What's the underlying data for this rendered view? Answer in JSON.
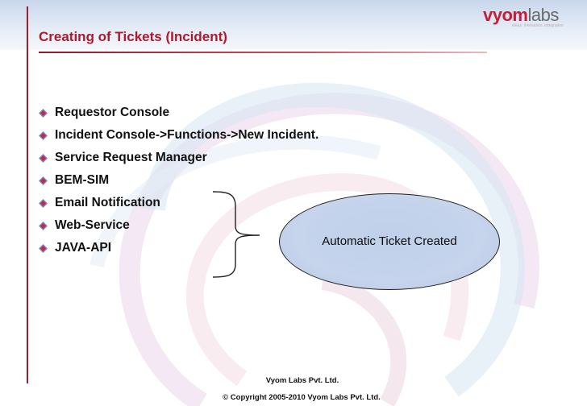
{
  "slide": {
    "title": "Creating of Tickets (Incident)",
    "logo": {
      "brand": "vyom",
      "suffix": "labs",
      "tagline": "ideas. innovation. integration"
    },
    "bullets": [
      "Requestor Console",
      "Incident Console->Functions->New Incident.",
      "Service Request Manager",
      "BEM-SIM",
      "Email Notification",
      "Web-Service",
      "JAVA-API"
    ],
    "bubble_label": "Automatic Ticket Created",
    "footer": {
      "company": "Vyom Labs Pvt. Ltd.",
      "copyright": "© Copyright 2005-2010 Vyom Labs Pvt. Ltd."
    }
  },
  "colors": {
    "title": "#b0182c",
    "accent_rule": "#9b1f2e",
    "bubble_fill": "#c6d4ec",
    "text": "#111111"
  }
}
